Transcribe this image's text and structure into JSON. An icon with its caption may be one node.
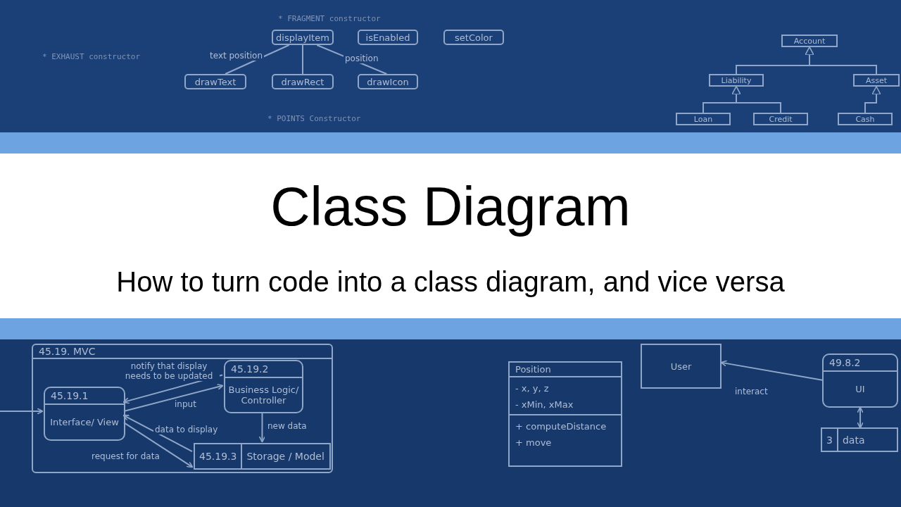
{
  "diagram": {
    "title": "Class Diagram",
    "caption": "How to turn code into a class diagram, and vice versa",
    "nodes": [
      {
        "text": [
          "45.19. MVC"
        ]
      },
      {
        "text": [
          "45.19.1",
          "Interface/ View"
        ],
        "in": 0
      },
      {
        "text": [
          "45.19.2",
          "Business Logic/ Controller"
        ],
        "in": 0
      },
      {
        "text": [
          "45.19.3",
          "Storage / Model"
        ],
        "in": 0
      },
      {
        "text": [
          "Position",
          "- x, y, z",
          "- xMin, xMax",
          "+ computeDistance",
          "+ move"
        ]
      },
      {
        "text": [
          "User"
        ]
      },
      {
        "text": [
          "49.8.2",
          "UI"
        ]
      },
      {
        "text": [
          "3",
          "data"
        ]
      },
      {
        "text": [
          "displayItem"
        ]
      },
      {
        "text": [
          "isEnabled"
        ]
      },
      {
        "text": [
          "setColor"
        ]
      },
      {
        "text": [
          "drawText"
        ]
      },
      {
        "text": [
          "drawRect"
        ]
      },
      {
        "text": [
          "drawIcon"
        ]
      },
      {
        "text": [
          "Account"
        ]
      },
      {
        "text": [
          "Liability"
        ]
      },
      {
        "text": [
          "Asset"
        ]
      },
      {
        "text": [
          "Loan"
        ]
      },
      {
        "text": [
          "Credit"
        ]
      },
      {
        "text": [
          "Cash"
        ]
      }
    ],
    "edges": [
      {
        "from": 2,
        "to": 1,
        "arrow": "to",
        "label": "notify that display needs to be updated"
      },
      {
        "from": 1,
        "to": 2,
        "arrow": "to",
        "label": "input"
      },
      {
        "from": 3,
        "to": 1,
        "arrow": "to",
        "label": "data to display"
      },
      {
        "from": 1,
        "to": 3,
        "arrow": "to",
        "label": "request for data"
      },
      {
        "from": 2,
        "to": 3,
        "arrow": "to",
        "label": "new data"
      },
      {
        "from": null,
        "to": 1,
        "arrow": "to"
      },
      {
        "from": 6,
        "to": 5,
        "arrow": "to",
        "label": "interact"
      },
      {
        "from": 6,
        "to": 7,
        "arrow": "both"
      },
      {
        "from": 8,
        "to": 11,
        "arrow": "none",
        "label": "text position"
      },
      {
        "from": 8,
        "to": 12,
        "arrow": "none"
      },
      {
        "from": 8,
        "to": 13,
        "arrow": "none",
        "label": "position"
      },
      {
        "from": 15,
        "to": 14,
        "arrow": "to"
      },
      {
        "from": 16,
        "to": 14,
        "arrow": "to"
      },
      {
        "from": 17,
        "to": 15,
        "arrow": "to"
      },
      {
        "from": 18,
        "to": 15,
        "arrow": "to"
      },
      {
        "from": 19,
        "to": 16,
        "arrow": "to"
      }
    ],
    "labels": [
      "* EXHAUST constructor",
      "* FRAGMENT constructor",
      "* POINTS Constructor"
    ]
  }
}
